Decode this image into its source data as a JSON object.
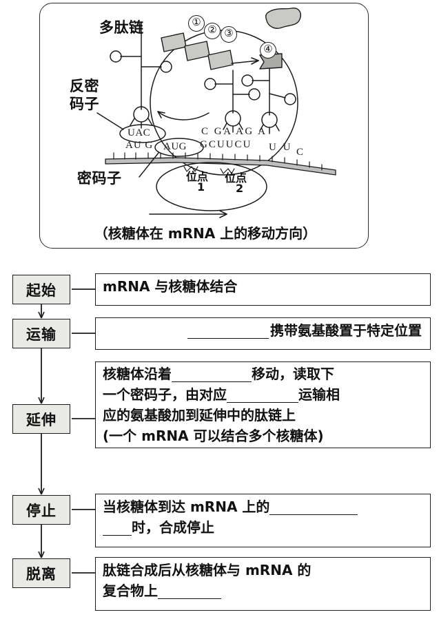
{
  "diagram": {
    "labels": {
      "polypeptide": "多肽链",
      "anticodon_line1": "反密",
      "anticodon_line2": "码子",
      "codon": "密码子"
    },
    "numbered_markers": [
      "①",
      "②",
      "③",
      "④"
    ],
    "tRNA1_anticodon": "UAC",
    "start_codon_oval": "AUG",
    "mrna_bases_left": "AU G",
    "anticodon_row": "C GA AG A",
    "mrna_row": "GCUUCU",
    "mrna_tail": "U U",
    "mrna_tail2": "C",
    "site1_label": "位点",
    "site1_number": "1",
    "site2_label": "位点",
    "site2_number": "2",
    "caption": "（核糖体在 mRNA 上的移动方向）"
  },
  "flow": {
    "stages": [
      {
        "label": "起始"
      },
      {
        "label": "运输"
      },
      {
        "label": "延伸"
      },
      {
        "label": "停止"
      },
      {
        "label": "脱离"
      }
    ],
    "steps": [
      {
        "lines": [
          {
            "pre": "mRNA 与核糖体结合",
            "blank": 0,
            "post": ""
          }
        ]
      },
      {
        "lines": [
          {
            "pre": "",
            "blank": 0,
            "post": "携带氨基酸置于特定位置"
          }
        ],
        "underline_width": 118
      },
      {
        "lines": [
          {
            "pre": "核糖体沿着",
            "blank": 116,
            "post": "移动，读取下"
          },
          {
            "pre": "一个密码子，由对应",
            "blank": 104,
            "post": "运输相"
          },
          {
            "pre": "应的氨基酸加到延伸中的肽链上",
            "blank": 0,
            "post": ""
          },
          {
            "pre": "(一个 mRNA 可以结合多个核糖体)",
            "blank": 0,
            "post": ""
          }
        ]
      },
      {
        "lines": [
          {
            "pre": "当核糖体到达 mRNA 上的",
            "blank": 128,
            "post": ""
          },
          {
            "pre": "",
            "blank": 42,
            "post": "时，合成停止"
          }
        ]
      },
      {
        "lines": [
          {
            "pre": "肽链合成后从核糖体与 mRNA 的",
            "blank": 0,
            "post": ""
          },
          {
            "pre": "复合物上",
            "blank": 92,
            "post": ""
          }
        ]
      }
    ]
  },
  "colors": {
    "stage_fill": "#e9e9e6",
    "line": "#1c1c1c",
    "mrna_fill": "#bfbfbd",
    "peptide_fill": "#c9c9c5",
    "background": "#ffffff"
  }
}
